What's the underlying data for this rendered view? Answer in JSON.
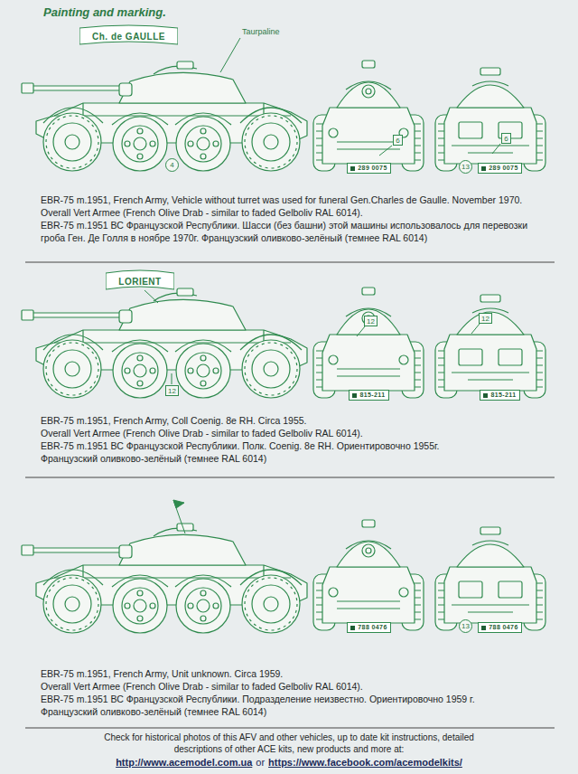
{
  "diagram": {
    "title": "Painting and marking.",
    "nodes": [
      {
        "text": [
          "Ch. de GAULLE"
        ]
      },
      {
        "text": [
          "4"
        ]
      },
      {
        "text": [
          "6"
        ]
      },
      {
        "text": [
          "289 0075"
        ]
      },
      {
        "text": [
          "6"
        ]
      },
      {
        "text": [
          "13"
        ]
      },
      {
        "text": [
          "289 0075"
        ]
      },
      {
        "text": [
          "LORIENT"
        ]
      },
      {
        "text": [
          "12"
        ]
      },
      {
        "text": [
          "12"
        ]
      },
      {
        "text": [
          "815-211"
        ]
      },
      {
        "text": [
          "12"
        ]
      },
      {
        "text": [
          "815-211"
        ]
      },
      {
        "text": [
          "788 0476"
        ]
      },
      {
        "text": [
          "13"
        ]
      },
      {
        "text": [
          "788 0476"
        ]
      }
    ],
    "labels": [
      "Taurpaline",
      "EBR-75 m.1951, French Army, Vehicle without turret was used for funeral Gen.Charles de Gaulle. November 1970. Overall Vert Armee (French Olive Drab - similar to faded Gelboliv RAL 6014).",
      "EBR-75 m.1951 ВС Французской Республики. Шасси (без башни) этой машины использовалось для перевозки гроба Ген. Де Голля в ноябре 1970г. Французский оливково-зелёный (темнее RAL 6014)",
      "EBR-75 m.1951, French Army, Coll Coenig. 8e RH. Circa 1955.",
      "Overall Vert Armee (French Olive Drab - similar to faded Gelboliv RAL 6014).",
      "EBR-75 m.1951 ВС Французской Республики. Полк. Coenig. 8e RH. Ориентировочно 1955г.",
      "Французский оливково-зелёный (темнее RAL 6014)",
      "EBR-75 m.1951, French Army, Unit unknown. Circa 1959.",
      "Overall Vert Armee (French Olive Drab - similar to faded Gelboliv RAL 6014).",
      "EBR-75 m.1951 ВС Французской Республики. Подразделение неизвестно. Ориентировочно 1959 г.",
      "Французский оливково-зелёный (темнее RAL 6014)",
      "Check for historical photos of this AFV and other vehicles, up to date kit instructions, detailed descriptions of other ACE kits, new products and more at:",
      "http://www.acemodel.com.ua",
      "or",
      "https://www.facebook.com/acemodelkits/"
    ]
  }
}
